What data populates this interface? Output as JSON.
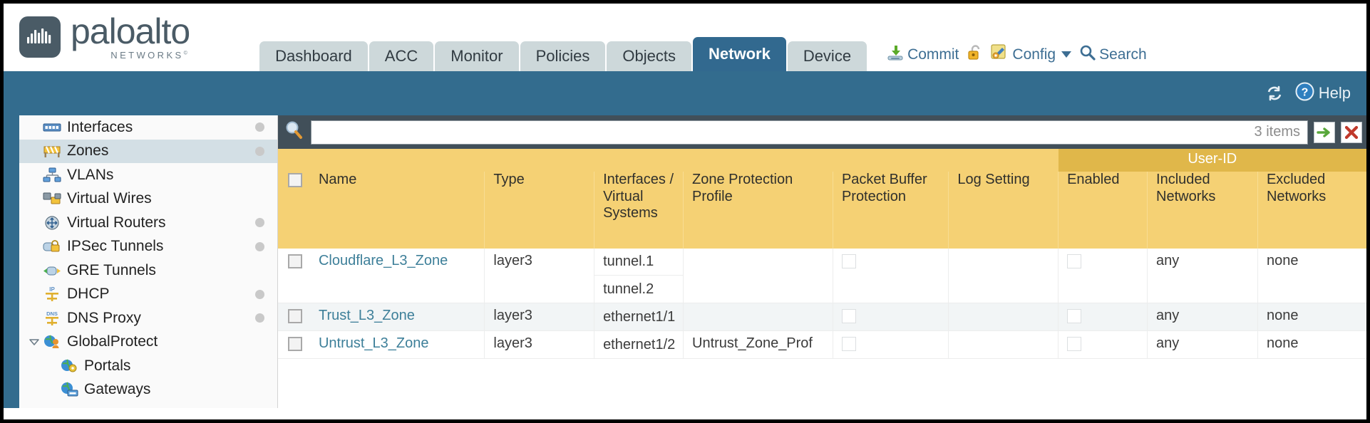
{
  "brand": {
    "word": "paloalto",
    "sub": "NETWORKS",
    "sub_mark": "©",
    "logo_color": "#4a5b66"
  },
  "nav": {
    "tabs": [
      {
        "label": "Dashboard",
        "active": false
      },
      {
        "label": "ACC",
        "active": false
      },
      {
        "label": "Monitor",
        "active": false
      },
      {
        "label": "Policies",
        "active": false
      },
      {
        "label": "Objects",
        "active": false
      },
      {
        "label": "Network",
        "active": true
      },
      {
        "label": "Device",
        "active": false
      }
    ],
    "active_color": "#32698f",
    "inactive_color": "#cdd8da"
  },
  "top_actions": {
    "commit": "Commit",
    "lock_icon": "unlocked-padlock-icon",
    "config": "Config",
    "search": "Search"
  },
  "blueband": {
    "refresh_icon": "refresh-icon",
    "help": "Help",
    "bg_color": "#336c8e"
  },
  "sidebar": {
    "items": [
      {
        "label": "Interfaces",
        "icon": "interfaces-icon",
        "selected": false,
        "dot": true,
        "child": false,
        "twisty": ""
      },
      {
        "label": "Zones",
        "icon": "zones-icon",
        "selected": true,
        "dot": true,
        "child": false,
        "twisty": ""
      },
      {
        "label": "VLANs",
        "icon": "vlans-icon",
        "selected": false,
        "dot": false,
        "child": false,
        "twisty": ""
      },
      {
        "label": "Virtual Wires",
        "icon": "virtual-wires-icon",
        "selected": false,
        "dot": false,
        "child": false,
        "twisty": ""
      },
      {
        "label": "Virtual Routers",
        "icon": "virtual-routers-icon",
        "selected": false,
        "dot": true,
        "child": false,
        "twisty": ""
      },
      {
        "label": "IPSec Tunnels",
        "icon": "ipsec-tunnels-icon",
        "selected": false,
        "dot": true,
        "child": false,
        "twisty": ""
      },
      {
        "label": "GRE Tunnels",
        "icon": "gre-tunnels-icon",
        "selected": false,
        "dot": false,
        "child": false,
        "twisty": ""
      },
      {
        "label": "DHCP",
        "icon": "dhcp-icon",
        "selected": false,
        "dot": true,
        "child": false,
        "twisty": ""
      },
      {
        "label": "DNS Proxy",
        "icon": "dns-proxy-icon",
        "selected": false,
        "dot": true,
        "child": false,
        "twisty": ""
      },
      {
        "label": "GlobalProtect",
        "icon": "globalprotect-icon",
        "selected": false,
        "dot": false,
        "child": false,
        "twisty": "expanded"
      },
      {
        "label": "Portals",
        "icon": "portals-icon",
        "selected": false,
        "dot": false,
        "child": true,
        "twisty": ""
      },
      {
        "label": "Gateways",
        "icon": "gateways-icon",
        "selected": false,
        "dot": false,
        "child": true,
        "twisty": ""
      }
    ]
  },
  "search": {
    "icon": "magnifier-icon",
    "value": "",
    "placeholder": "",
    "item_count": "3 items",
    "apply_icon": "green-arrow-icon",
    "clear_icon": "red-x-icon"
  },
  "table": {
    "group_header": "User-ID",
    "group_header_color": "#e0b74a",
    "header_color": "#f5d174",
    "columns": [
      "Name",
      "Type",
      "Interfaces / Virtual Systems",
      "Zone Protection Profile",
      "Packet Buffer Protection",
      "Log Setting",
      "Enabled",
      "Included Networks",
      "Excluded Networks"
    ],
    "rows": [
      {
        "selected": false,
        "name": "Cloudflare_L3_Zone",
        "type": "layer3",
        "interfaces": [
          "tunnel.1",
          "tunnel.2"
        ],
        "zone_protection_profile": "",
        "packet_buffer_protection": false,
        "log_setting": "",
        "userid_enabled": false,
        "included_networks": "any",
        "excluded_networks": "none"
      },
      {
        "selected": false,
        "name": "Trust_L3_Zone",
        "type": "layer3",
        "interfaces": [
          "ethernet1/1"
        ],
        "zone_protection_profile": "",
        "packet_buffer_protection": false,
        "log_setting": "",
        "userid_enabled": false,
        "included_networks": "any",
        "excluded_networks": "none"
      },
      {
        "selected": false,
        "name": "Untrust_L3_Zone",
        "type": "layer3",
        "interfaces": [
          "ethernet1/2"
        ],
        "zone_protection_profile": "Untrust_Zone_Prof",
        "packet_buffer_protection": false,
        "log_setting": "",
        "userid_enabled": false,
        "included_networks": "any",
        "excluded_networks": "none"
      }
    ]
  }
}
